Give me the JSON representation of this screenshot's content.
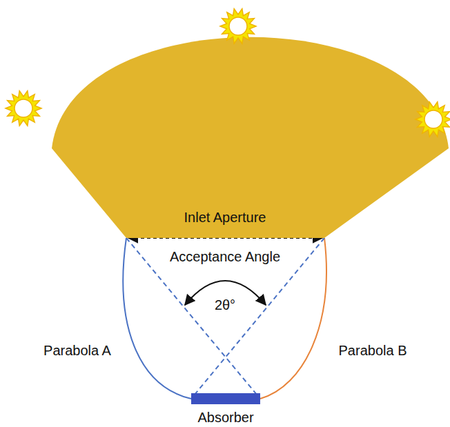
{
  "diagram": {
    "nodes": [
      {
        "text": [
          "Inlet Aperture"
        ]
      },
      {
        "text": [
          "Absorber"
        ]
      }
    ],
    "labels": [
      "Acceptance Angle",
      "2θ°",
      "Parabola A",
      "Parabola B"
    ]
  }
}
